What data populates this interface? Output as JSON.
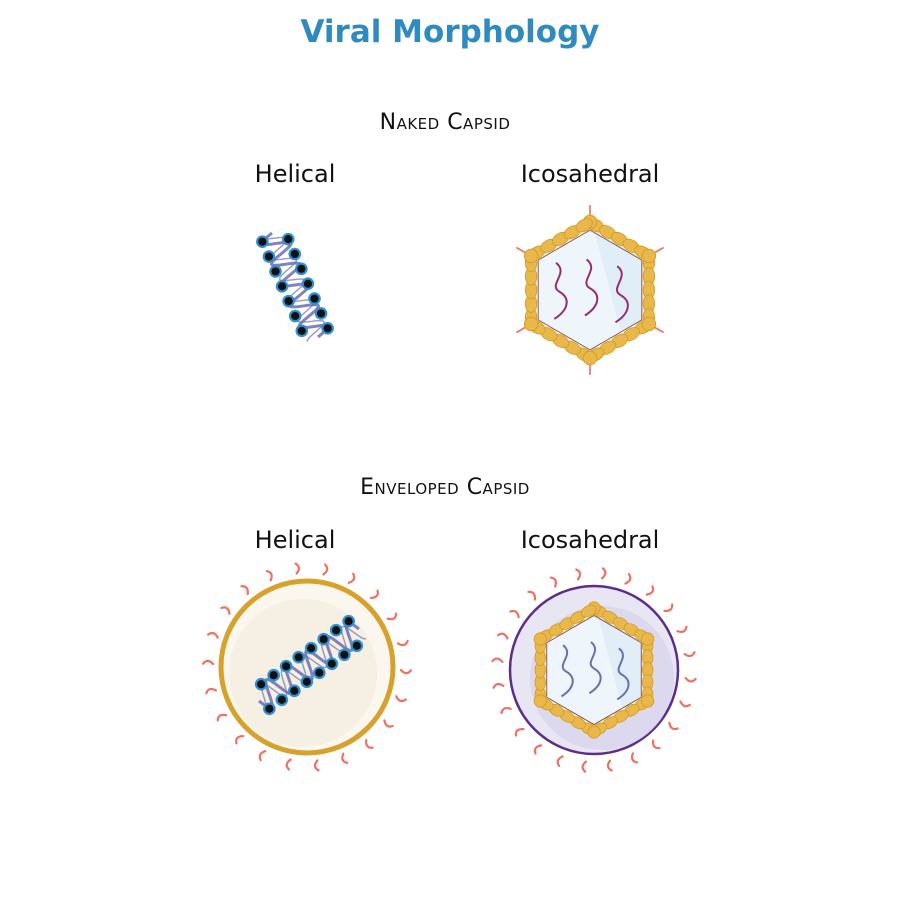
{
  "title": "Viral Morphology",
  "sections": [
    {
      "heading": "Naked Capsid",
      "items": [
        {
          "label": "Helical"
        },
        {
          "label": "Icosahedral"
        }
      ]
    },
    {
      "heading": "Enveloped Capsid",
      "items": [
        {
          "label": "Helical"
        },
        {
          "label": "Icosahedral"
        }
      ]
    }
  ],
  "colors": {
    "title": "#2f8bbf",
    "capsomere_dot": "#111111",
    "capsomere_ring": "#2f8fd0",
    "helix_strand": "#6b6fb0",
    "icosa_capsomere": "#e8b84a",
    "spike": "#f07060",
    "genome": "#9a2c72",
    "envelope_gold": "#d7a22c",
    "envelope_purple": "#5a2e8a"
  }
}
